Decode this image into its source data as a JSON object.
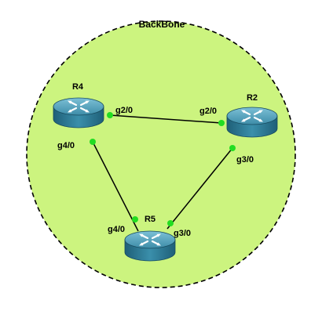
{
  "area": {
    "label": "BackBone",
    "fill_color": "#ccf47f",
    "border_color": "#000000"
  },
  "routers": [
    {
      "id": "R4",
      "label": "R4",
      "icon": "router-icon"
    },
    {
      "id": "R2",
      "label": "R2",
      "icon": "router-icon"
    },
    {
      "id": "R5",
      "label": "R5",
      "icon": "router-icon"
    }
  ],
  "links": [
    {
      "from": "R4",
      "from_iface": "g2/0",
      "to": "R2",
      "to_iface": "g2/0"
    },
    {
      "from": "R4",
      "from_iface": "g4/0",
      "to": "R5",
      "to_iface": "g4/0"
    },
    {
      "from": "R2",
      "from_iface": "g3/0",
      "to": "R5",
      "to_iface": "g3/0"
    }
  ],
  "colors": {
    "router_body": "#2f7f9b",
    "router_top": "#5aa7c0",
    "link": "#000000",
    "port_dot": "#22dd22"
  }
}
